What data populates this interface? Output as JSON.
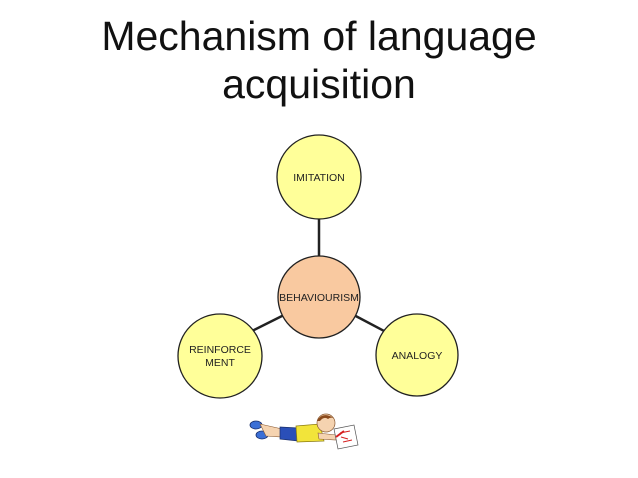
{
  "title": {
    "line1": "Mechanism of language",
    "line2": "acquisition"
  },
  "diagram": {
    "center": {
      "label": "BEHAVIOURISM",
      "fill": "#f9c9a0"
    },
    "nodes": [
      {
        "id": "imitation",
        "lines": [
          "IMITATION"
        ],
        "fill": "#ffff99"
      },
      {
        "id": "reinforcement",
        "lines": [
          "REINFORCE",
          "MENT"
        ],
        "fill": "#ffff99"
      },
      {
        "id": "analogy",
        "lines": [
          "ANALOGY"
        ],
        "fill": "#ffff99"
      }
    ],
    "stroke": "#222222"
  },
  "illustration": {
    "icon": "child-drawing-icon"
  }
}
